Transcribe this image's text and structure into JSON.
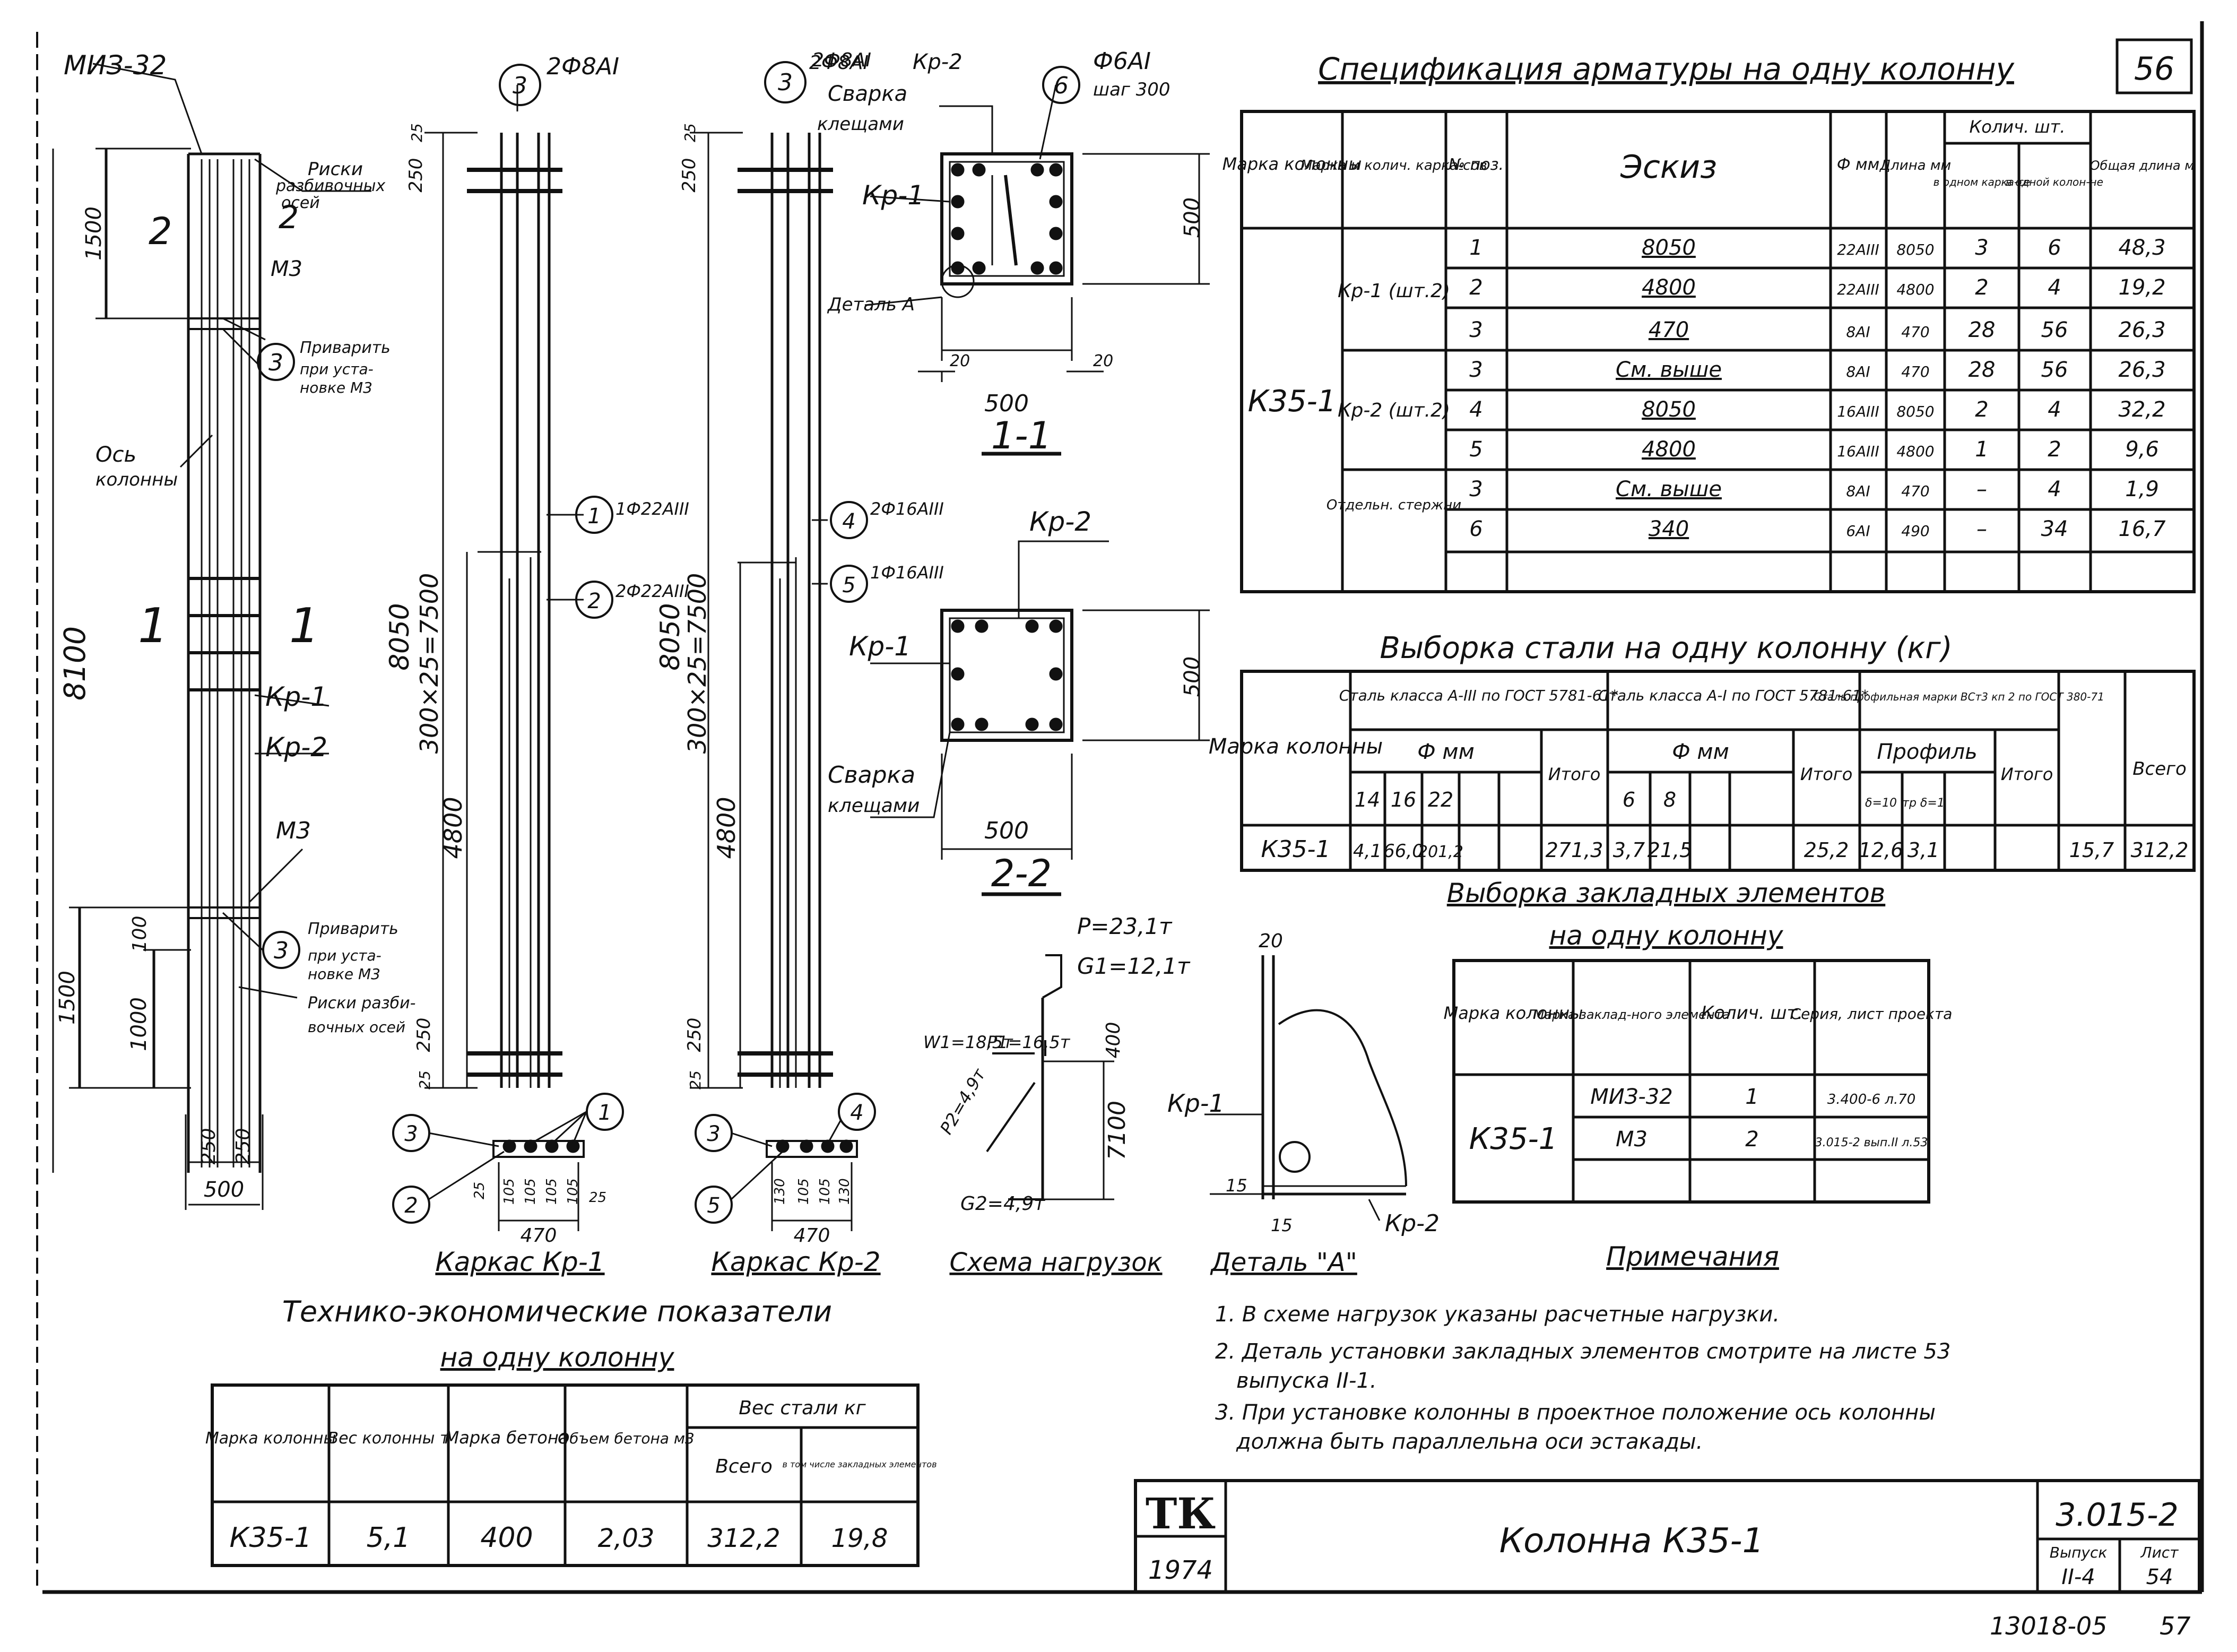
{
  "sheet_number_top": "56",
  "left_elevation": {
    "mark_top": "МИЗ-32",
    "section_2": "2",
    "section_1": "1",
    "dim_1500_top": "1500",
    "dim_8100": "8100",
    "dim_1500_bottom": "1500",
    "dim_1000": "1000",
    "dim_100": "100",
    "dim_250_a": "250",
    "dim_250_b": "250",
    "dim_500": "500",
    "risk_top_lines": [
      "Риски",
      "разбивочных",
      "осей"
    ],
    "m3_top": "М3",
    "weld_top_lines": [
      "Приварить",
      "при уста-",
      "новке М3"
    ],
    "axis_lines": [
      "Ось",
      "колонны"
    ],
    "kr1": "Кр-1",
    "kr2": "Кр-2",
    "m3_bottom": "М3",
    "weld_bottom_lines": [
      "Приварить",
      "при уста-",
      "новке М3"
    ],
    "risk_bottom_lines": [
      "Риски разби-",
      "вочных осей"
    ],
    "callout_3": "3"
  },
  "cage_kr1": {
    "title": "Каркас Кр-1",
    "top_rebar": "2Ф8АI",
    "rebar_1": "1Ф22АIII",
    "rebar_2": "2Ф22АIII",
    "dim_8050": "8050",
    "dim_spacing": "300×25=7500",
    "dim_4800": "4800",
    "dim_250_top": "250",
    "dim_25_top": "25",
    "dim_250_bot": "250",
    "dim_25_bot": "25",
    "bottom_dims": [
      "25",
      "105",
      "105",
      "105",
      "105",
      "25"
    ],
    "dim_470": "470",
    "callouts": [
      "3",
      "2",
      "1"
    ]
  },
  "cage_kr2": {
    "title": "Каркас Кр-2",
    "top_rebar": "2Ф8АI",
    "rebar_4": "2Ф16АIII",
    "rebar_5": "1Ф16АIII",
    "dim_8050": "8050",
    "dim_spacing": "300×25=7500",
    "dim_4800": "4800",
    "dim_250_top": "250",
    "dim_25_top": "25",
    "dim_250_bot": "250",
    "dim_25_bot": "25",
    "bottom_dims": [
      "130",
      "105",
      "105",
      "130"
    ],
    "dim_470": "470",
    "callouts": [
      "3",
      "5",
      "4"
    ]
  },
  "section_1_1": {
    "title": "1-1",
    "kr2": "Кр-2",
    "kr1": "Кр-1",
    "weld": [
      "Сварка",
      "клещами"
    ],
    "stirrup": "Ф6АI",
    "stirrup_step": "шаг 300",
    "detail": "Деталь А",
    "dim_500_w": "500",
    "dim_500_h": "500",
    "dim_20a": "20",
    "dim_20b": "20",
    "callout_3": "3",
    "callout_6": "6",
    "rebar_3": "2Ф8АI"
  },
  "section_2_2": {
    "title": "2-2",
    "kr2": "Кр-2",
    "kr1": "Кр-1",
    "weld": [
      "Сварка",
      "клещами"
    ],
    "dim_500_w": "500",
    "dim_500_h": "500"
  },
  "load_scheme": {
    "title": "Схема нагрузок",
    "p": "P=23,1т",
    "g1": "G1=12,1т",
    "w1": "W1=18,5т",
    "p1": "P1=16,5т",
    "p2": "P2=4,9т",
    "g2": "G2=4,9т",
    "dim_400": "400",
    "dim_7100": "7100"
  },
  "detail_a": {
    "title": "Деталь \"А\"",
    "kr1": "Кр-1",
    "kr2": "Кр-2",
    "dim_20": "20",
    "dim_15a": "15",
    "dim_15b": "15"
  },
  "spec_table": {
    "title": "Спецификация арматуры на одну колонну",
    "headers": {
      "mark": "Марка колонны",
      "cage": "Марка и колич. карка-сов",
      "pos": "№ поз.",
      "sketch": "Эскиз",
      "dia": "Ф мм",
      "len": "Длина мм",
      "qty": "Колич. шт.",
      "qty_cage": "в одном карка-се",
      "qty_col": "в одной колон-не",
      "total": "Общая длина м"
    },
    "column_mark": "К35-1",
    "groups": [
      {
        "label": "Кр-1 (шт.2)",
        "rows": [
          {
            "pos": "1",
            "sketch": "8050",
            "dia": "22АIII",
            "len": "8050",
            "qc": "3",
            "qn": "6",
            "total": "48,3"
          },
          {
            "pos": "2",
            "sketch": "4800",
            "dia": "22АIII",
            "len": "4800",
            "qc": "2",
            "qn": "4",
            "total": "19,2"
          },
          {
            "pos": "3",
            "sketch": "470",
            "dia": "8АI",
            "len": "470",
            "qc": "28",
            "qn": "56",
            "total": "26,3"
          }
        ]
      },
      {
        "label": "Кр-2 (шт.2)",
        "rows": [
          {
            "pos": "3",
            "sketch": "См. выше",
            "dia": "8АI",
            "len": "470",
            "qc": "28",
            "qn": "56",
            "total": "26,3"
          },
          {
            "pos": "4",
            "sketch": "8050",
            "dia": "16АIII",
            "len": "8050",
            "qc": "2",
            "qn": "4",
            "total": "32,2"
          },
          {
            "pos": "5",
            "sketch": "4800",
            "dia": "16АIII",
            "len": "4800",
            "qc": "1",
            "qn": "2",
            "total": "9,6"
          }
        ]
      },
      {
        "label": "Отдельн. стержни",
        "rows": [
          {
            "pos": "3",
            "sketch": "См. выше",
            "dia": "8АI",
            "len": "470",
            "qc": "–",
            "qn": "4",
            "total": "1,9"
          },
          {
            "pos": "6",
            "sketch": "340",
            "dia": "6АI",
            "len": "490",
            "qc": "–",
            "qn": "34",
            "total": "16,7"
          }
        ]
      }
    ]
  },
  "steel_table": {
    "title": "Выборка стали на одну колонну (кг)",
    "h_mark": "Марка колонны",
    "h_a3": "Сталь класса А-III по ГОСТ 5781-61*",
    "h_a1": "Сталь класса А-I по ГОСТ 5781-61*",
    "h_prof": "Сталь профильная марки ВСт3 кп 2 по ГОСТ 380-71",
    "h_fmm": "Ф мм",
    "h_fmm2": "Ф мм",
    "h_profile": "Профиль",
    "h_itogo": "Итого",
    "h_itogo2": "Итого",
    "h_itogo3": "Итого",
    "h_vsego": "Всего",
    "a3_d": [
      "14",
      "16",
      "22"
    ],
    "a1_d": [
      "6",
      "8"
    ],
    "prof_d": [
      "δ=10",
      "тр δ=1"
    ],
    "row": {
      "mark": "К35-1",
      "a3": [
        "4,1",
        "66,0",
        "201,2"
      ],
      "a3_itogo": "271,3",
      "a1": [
        "3,7",
        "21,5"
      ],
      "a1_itogo": "25,2",
      "prof": [
        "12,6",
        "3,1"
      ],
      "prof_itogo": "15,7",
      "vsego": "312,2"
    }
  },
  "embed_table": {
    "title1": "Выборка закладных элементов",
    "title2": "на одну колонну",
    "h_mark": "Марка колонны",
    "h_elem": "Марка заклад-ного элемента",
    "h_qty": "Колич. шт.",
    "h_series": "Серия, лист проекта",
    "col": "К35-1",
    "rows": [
      {
        "elem": "МИЗ-32",
        "qty": "1",
        "series": "3.400-6 л.70"
      },
      {
        "elem": "М3",
        "qty": "2",
        "series": "3.015-2 вып.II л.53"
      }
    ]
  },
  "notes": {
    "title": "Примечания",
    "items": [
      "1. В схеме нагрузок указаны расчетные нагрузки.",
      "2. Деталь установки закладных элементов смотрите на листе 53",
      "выпуска II-1.",
      "3. При установке колонны в проектное положение ось колонны",
      "должна быть параллельна оси эстакады."
    ]
  },
  "tep_table": {
    "title1": "Технико-экономические показатели",
    "title2": "на одну колонну",
    "h_mark": "Марка колонны",
    "h_weight": "Вес колонны т",
    "h_concrete": "Марка бетона",
    "h_volume": "Объем бетона м3",
    "h_steel": "Вес стали кг",
    "h_total": "Всего",
    "h_incl": "в том числе закладных элементов",
    "row": {
      "mark": "К35-1",
      "weight": "5,1",
      "concrete": "400",
      "volume": "2,03",
      "total": "312,2",
      "incl": "19,8"
    }
  },
  "title_block": {
    "logo": "ТК",
    "year": "1974",
    "name": "Колонна К35-1",
    "series": "3.015-2",
    "issue_label": "Выпуск",
    "issue": "II-4",
    "sheet_label": "Лист",
    "sheet": "54"
  },
  "footer": {
    "code": "13018-05",
    "page": "57"
  }
}
